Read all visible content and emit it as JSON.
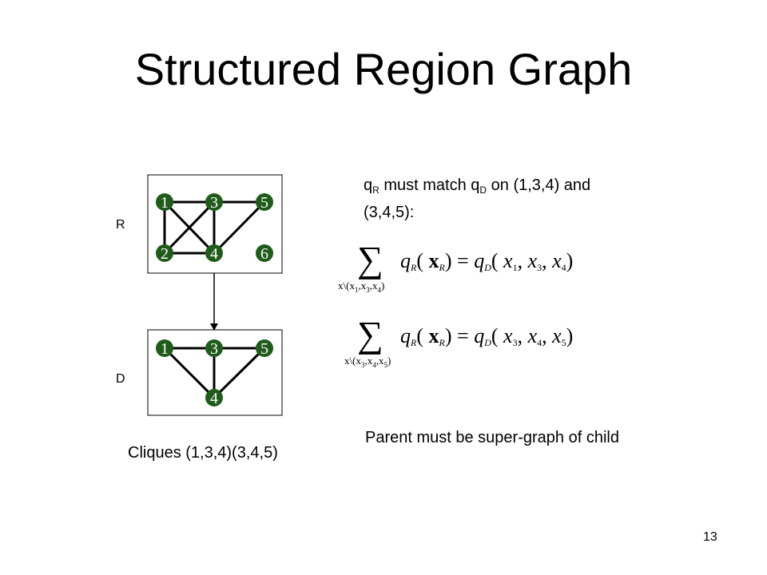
{
  "title": "Structured Region Graph",
  "region_label_R": "R",
  "region_label_D": "D",
  "graph_R": {
    "nodes": [
      "1",
      "3",
      "5",
      "2",
      "4",
      "6"
    ],
    "edges": [
      [
        "1",
        "3"
      ],
      [
        "3",
        "5"
      ],
      [
        "1",
        "2"
      ],
      [
        "2",
        "4"
      ],
      [
        "1",
        "4"
      ],
      [
        "3",
        "2"
      ],
      [
        "3",
        "4"
      ],
      [
        "4",
        "5"
      ]
    ]
  },
  "graph_D": {
    "nodes": [
      "1",
      "3",
      "5",
      "4"
    ],
    "edges": [
      [
        "1",
        "3"
      ],
      [
        "3",
        "5"
      ],
      [
        "1",
        "4"
      ],
      [
        "3",
        "4"
      ],
      [
        "5",
        "4"
      ]
    ]
  },
  "cliques_caption": "Cliques  (1,3,4)(3,4,5)",
  "constraint": {
    "q_R": "q",
    "sub_R": "R",
    "mid": " must match q",
    "sub_D": "D",
    "rest": " on (1,3,4) and",
    "line2": "(3,4,5):"
  },
  "equations": [
    {
      "lhs": "q",
      "lhs_sub": "R",
      "arg": "x",
      "arg_sub": "R",
      "rhs": "q",
      "rhs_sub": "D",
      "vars": [
        "x",
        "1",
        "x",
        "3",
        "x",
        "4"
      ],
      "sum_under": "x\\(x1,x3,x4)"
    },
    {
      "lhs": "q",
      "lhs_sub": "R",
      "arg": "x",
      "arg_sub": "R",
      "rhs": "q",
      "rhs_sub": "D",
      "vars": [
        "x",
        "3",
        "x",
        "4",
        "x",
        "5"
      ],
      "sum_under": "x\\(x3,x4,x5)"
    }
  ],
  "parent_text": "Parent must be super-graph of child",
  "page_number": "13",
  "colors": {
    "node_fill": "#1f5c1a",
    "node_text": "#ffffff",
    "edge": "#000000"
  }
}
